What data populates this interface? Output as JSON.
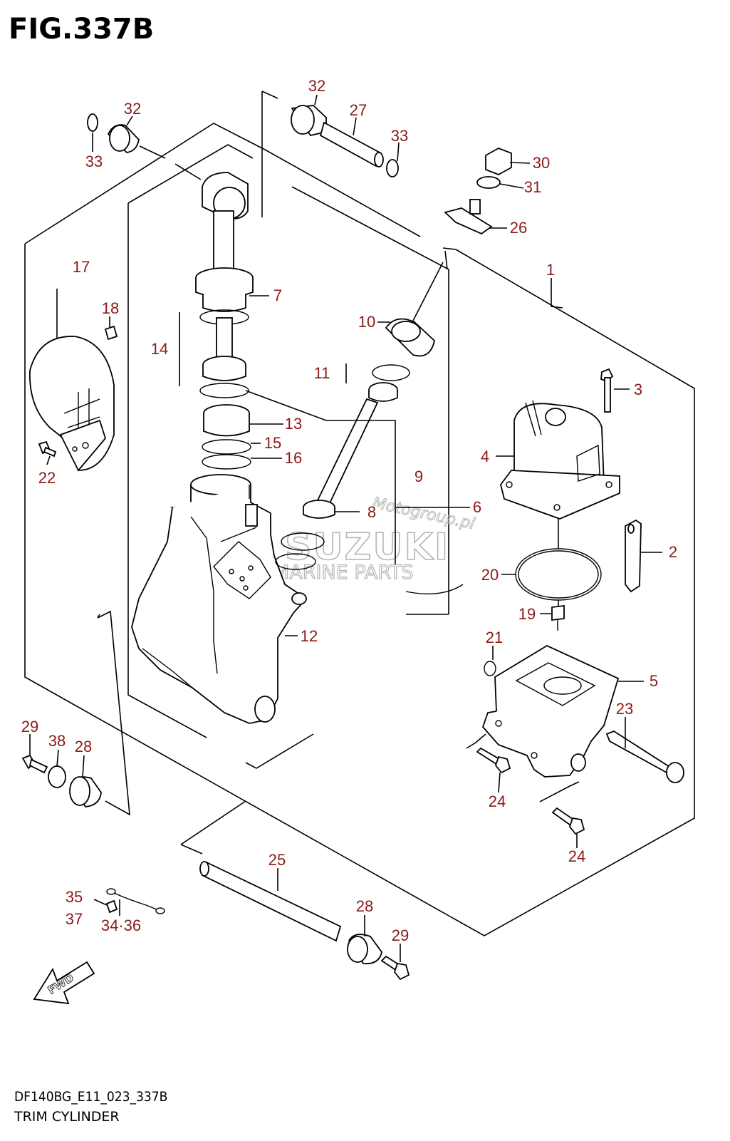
{
  "figure": {
    "title": "FIG.337B",
    "model_code": "DF140BG_E11_023_337B",
    "name": "TRIM CYLINDER"
  },
  "direction_marker": "FWD",
  "watermark": {
    "top": "Motogroup.pl",
    "brand": "SUZUKI",
    "sub": "MARINE PARTS"
  },
  "callouts": [
    {
      "id": "c32a",
      "text": "32"
    },
    {
      "id": "c33a",
      "text": "33"
    },
    {
      "id": "c32b",
      "text": "32"
    },
    {
      "id": "c27",
      "text": "27"
    },
    {
      "id": "c33b",
      "text": "33"
    },
    {
      "id": "c30",
      "text": "30"
    },
    {
      "id": "c31",
      "text": "31"
    },
    {
      "id": "c26",
      "text": "26"
    },
    {
      "id": "c1",
      "text": "1"
    },
    {
      "id": "c17",
      "text": "17"
    },
    {
      "id": "c18",
      "text": "18"
    },
    {
      "id": "c7",
      "text": "7"
    },
    {
      "id": "c14",
      "text": "14"
    },
    {
      "id": "c10",
      "text": "10"
    },
    {
      "id": "c11",
      "text": "11"
    },
    {
      "id": "c3",
      "text": "3"
    },
    {
      "id": "c13",
      "text": "13"
    },
    {
      "id": "c15",
      "text": "15"
    },
    {
      "id": "c16",
      "text": "16"
    },
    {
      "id": "c4",
      "text": "4"
    },
    {
      "id": "c9",
      "text": "9"
    },
    {
      "id": "c22",
      "text": "22"
    },
    {
      "id": "c6",
      "text": "6"
    },
    {
      "id": "c8",
      "text": "8"
    },
    {
      "id": "c2",
      "text": "2"
    },
    {
      "id": "c20",
      "text": "20"
    },
    {
      "id": "c19",
      "text": "19"
    },
    {
      "id": "c12",
      "text": "12"
    },
    {
      "id": "c21",
      "text": "21"
    },
    {
      "id": "c5",
      "text": "5"
    },
    {
      "id": "c23",
      "text": "23"
    },
    {
      "id": "c29a",
      "text": "29"
    },
    {
      "id": "c38",
      "text": "38"
    },
    {
      "id": "c28a",
      "text": "28"
    },
    {
      "id": "c24a",
      "text": "24"
    },
    {
      "id": "c24b",
      "text": "24"
    },
    {
      "id": "c25",
      "text": "25"
    },
    {
      "id": "c35",
      "text": "35"
    },
    {
      "id": "c37",
      "text": "37"
    },
    {
      "id": "c3436",
      "text": "34·36"
    },
    {
      "id": "c28b",
      "text": "28"
    },
    {
      "id": "c29b",
      "text": "29"
    }
  ]
}
